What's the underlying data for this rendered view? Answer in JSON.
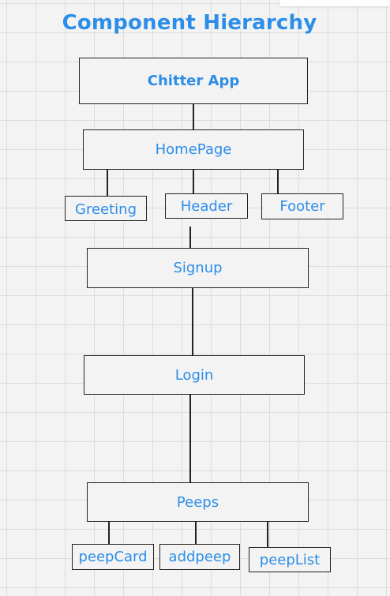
{
  "title": "Component Hierarchy",
  "nodes": {
    "app": "Chitter App",
    "homepage": "HomePage",
    "greeting": "Greeting",
    "header": "Header",
    "footer": "Footer",
    "signup": "Signup",
    "login": "Login",
    "peeps": "Peeps",
    "peepcard": "peepCard",
    "addpeep": "addpeep",
    "peeplist": "peepList"
  },
  "colors": {
    "text": "#2d8ee8",
    "border": "#222222",
    "background": "#f3f3f3",
    "grid": "#dcdcdc"
  }
}
